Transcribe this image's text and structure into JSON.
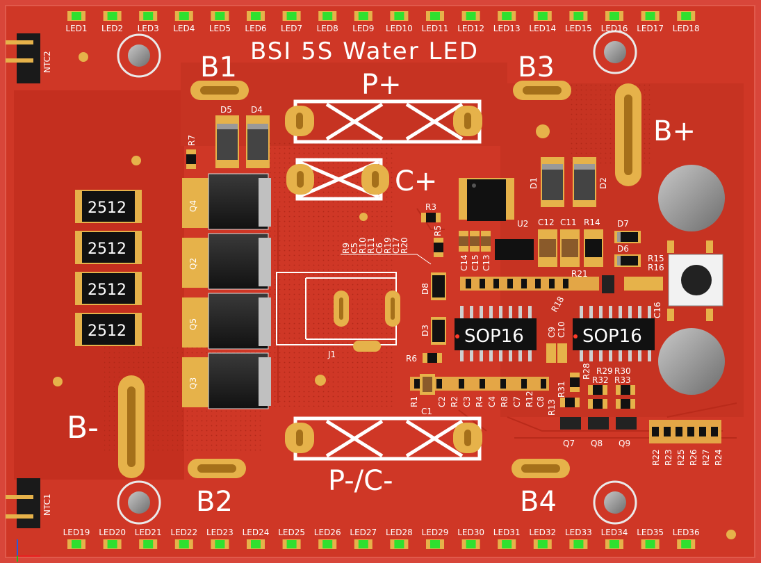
{
  "board": {
    "title": "BSI 5S Water LED",
    "pad_labels": {
      "b1": "B1",
      "b2": "B2",
      "b3": "B3",
      "b4": "B4",
      "bplus": "B+",
      "bminus": "B-",
      "pplus": "P+",
      "cplus": "C+",
      "pminus": "P-/C-"
    },
    "leds_top": [
      "LED1",
      "LED2",
      "LED3",
      "LED4",
      "LED5",
      "LED6",
      "LED7",
      "LED8",
      "LED9",
      "LED10",
      "LED11",
      "LED12",
      "LED13",
      "LED14",
      "LED15",
      "LED16",
      "LED17",
      "LED18"
    ],
    "leds_bottom": [
      "LED19",
      "LED20",
      "LED21",
      "LED22",
      "LED23",
      "LED24",
      "LED25",
      "LED26",
      "LED27",
      "LED28",
      "LED29",
      "LED30",
      "LED31",
      "LED32",
      "LED33",
      "LED34",
      "LED35",
      "LED36"
    ],
    "resistors_2512": [
      "2512",
      "2512",
      "2512",
      "2512"
    ],
    "mosfets": [
      "Q4",
      "Q2",
      "Q5",
      "Q3"
    ],
    "diodes_top": [
      "D5",
      "D4"
    ],
    "diodes_right": [
      "D1",
      "D2"
    ],
    "chips": [
      "SOP16",
      "SOP16"
    ],
    "u2": "U2",
    "connector": "J1",
    "ntc": [
      "NTC2",
      "NTC1"
    ],
    "small_parts": {
      "r7": "R7",
      "r3": "R3",
      "r5": "R5",
      "r6": "R6",
      "d8": "D8",
      "d3": "D3",
      "d6": "D6",
      "d7": "D7",
      "c12": "C12",
      "c11": "C11",
      "r14": "R14",
      "r15": "R15",
      "r16": "R16",
      "c16": "C16",
      "r21": "R21",
      "c9": "C9",
      "c10": "C10",
      "r18": "R18",
      "c14": "C14",
      "c15": "C15",
      "c13": "C13",
      "q7": "Q7",
      "q8": "Q8",
      "q9": "Q9",
      "r31": "R31"
    },
    "vertical_group_left": [
      "R9",
      "C5",
      "R10",
      "R11",
      "C6",
      "R19",
      "C17",
      "R20"
    ],
    "bottom_row": [
      "R1",
      "C1",
      "C2",
      "R2",
      "C3",
      "R4",
      "C4",
      "R8",
      "C7",
      "R12",
      "C8",
      "R13"
    ],
    "r_group_mid": [
      "R28",
      "R29",
      "R30",
      "R32",
      "R33"
    ],
    "r_group_right": [
      "R22",
      "R23",
      "R25",
      "R26",
      "R27",
      "R24"
    ]
  }
}
